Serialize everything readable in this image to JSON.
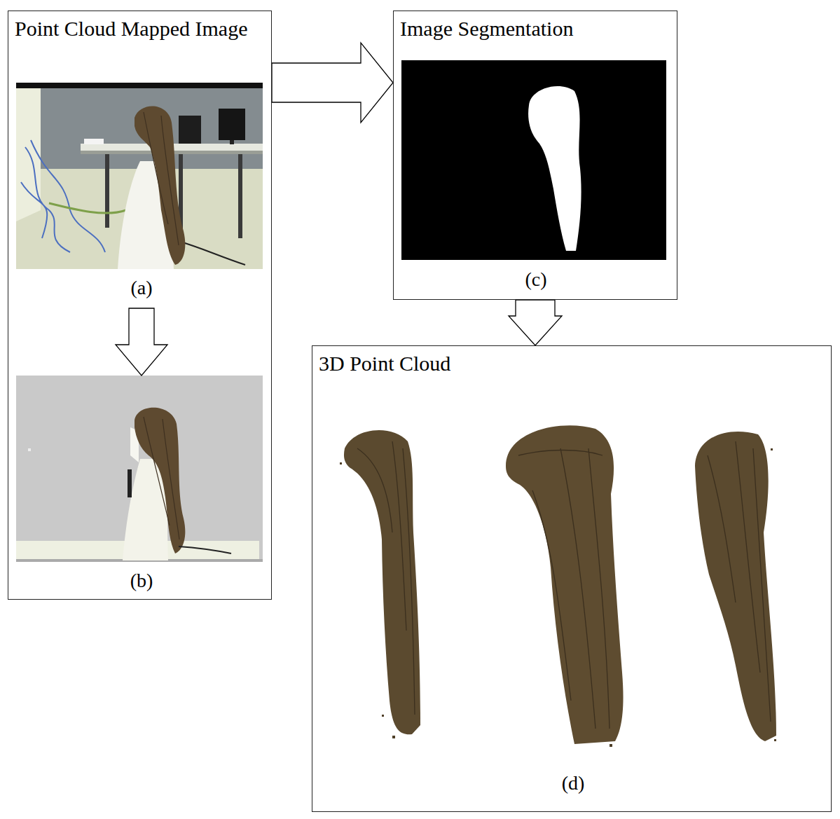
{
  "diagram": {
    "nodes": [
      {
        "text": [
          "Point Cloud Mapped Image"
        ]
      },
      {
        "text": [
          "(a)"
        ],
        "in": 0
      },
      {
        "text": [
          "(b)"
        ],
        "in": 0
      },
      {
        "text": [
          "Image Segmentation"
        ]
      },
      {
        "text": [
          "(c)"
        ],
        "in": 3
      },
      {
        "text": [
          "3D Point Cloud"
        ]
      },
      {
        "text": [
          "(d)"
        ],
        "in": 5
      }
    ],
    "edges": [
      {
        "from": 1,
        "to": 2,
        "arrow": "to"
      },
      {
        "from": 0,
        "to": 3,
        "arrow": "to"
      },
      {
        "from": 3,
        "to": 5,
        "arrow": "to"
      }
    ]
  }
}
